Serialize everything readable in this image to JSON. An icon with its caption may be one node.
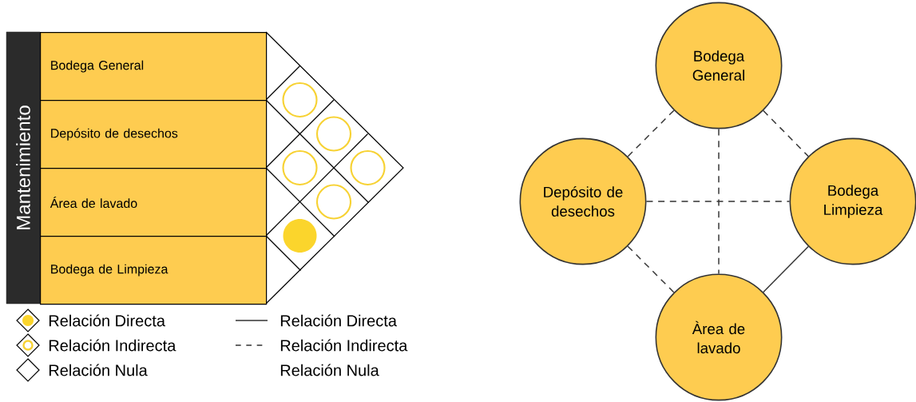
{
  "diagram": {
    "nodes": [
      {
        "text": [
          "Mantenimiento"
        ]
      },
      {
        "text": [
          "Bodega General"
        ]
      },
      {
        "text": [
          "Depósito de desechos"
        ]
      },
      {
        "text": [
          "Área de lavado"
        ]
      },
      {
        "text": [
          "Bodega de Limpieza"
        ]
      },
      {
        "text": [
          "Bodega General"
        ]
      },
      {
        "text": [
          "Depósito de desechos"
        ]
      },
      {
        "text": [
          "Bodega Limpieza"
        ]
      },
      {
        "text": [
          "Àrea de lavado"
        ]
      }
    ],
    "edges": [
      {
        "from": 5,
        "to": 6,
        "arrow": "none",
        "style": "dashed"
      },
      {
        "from": 5,
        "to": 7,
        "arrow": "none",
        "style": "dashed"
      },
      {
        "from": 5,
        "to": 8,
        "arrow": "none",
        "style": "dashed"
      },
      {
        "from": 6,
        "to": 7,
        "arrow": "none",
        "style": "dashed"
      },
      {
        "from": 6,
        "to": 8,
        "arrow": "none",
        "style": "dashed"
      },
      {
        "from": 8,
        "to": 7,
        "arrow": "none"
      }
    ],
    "legend": [
      {
        "text": "Relación Directa"
      },
      {
        "text": "Relación Indirecta"
      },
      {
        "text": "Relación Nula"
      },
      {
        "text": "Relación Directa"
      },
      {
        "text": "Relación Indirecta"
      },
      {
        "text": "Relación Nula"
      }
    ]
  }
}
